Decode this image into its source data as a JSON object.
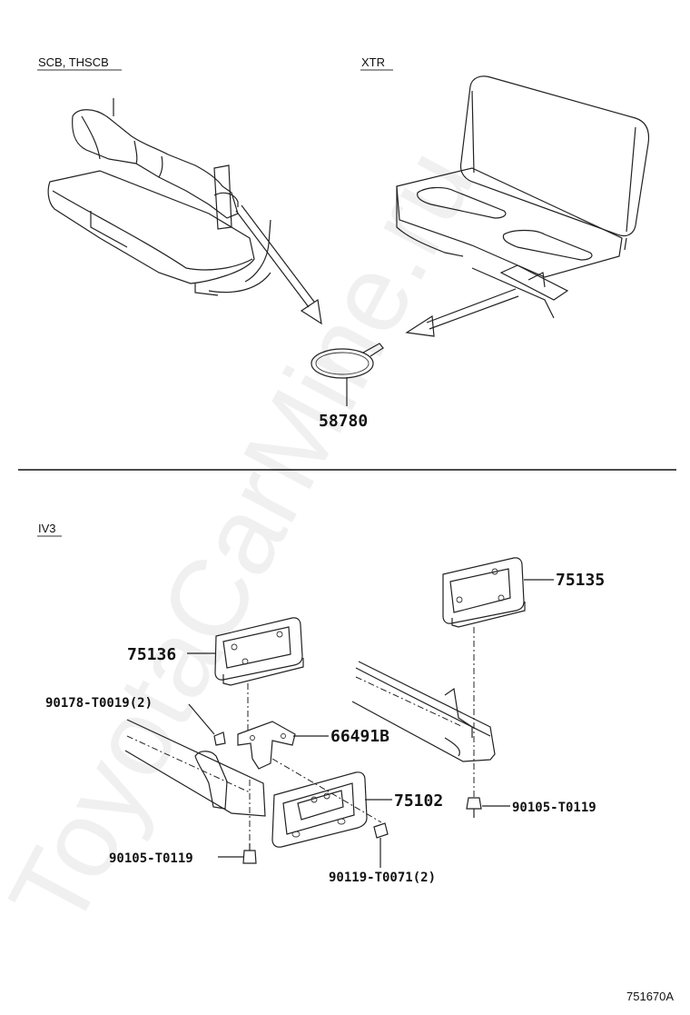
{
  "sections": {
    "top_left_label": "SCB, THSCB",
    "top_right_label": "XTR",
    "bottom_label": "IV3"
  },
  "parts": {
    "p58780": "58780",
    "p75135": "75135",
    "p75136": "75136",
    "p66491B": "66491B",
    "p75102": "75102",
    "p90178": "90178-T0019(2)",
    "p90105_right": "90105-T0119",
    "p90105_left": "90105-T0119",
    "p90119": "90119-T0071(2)"
  },
  "watermark": "ToyotaCarMine.ru",
  "figure_id": "751670A"
}
